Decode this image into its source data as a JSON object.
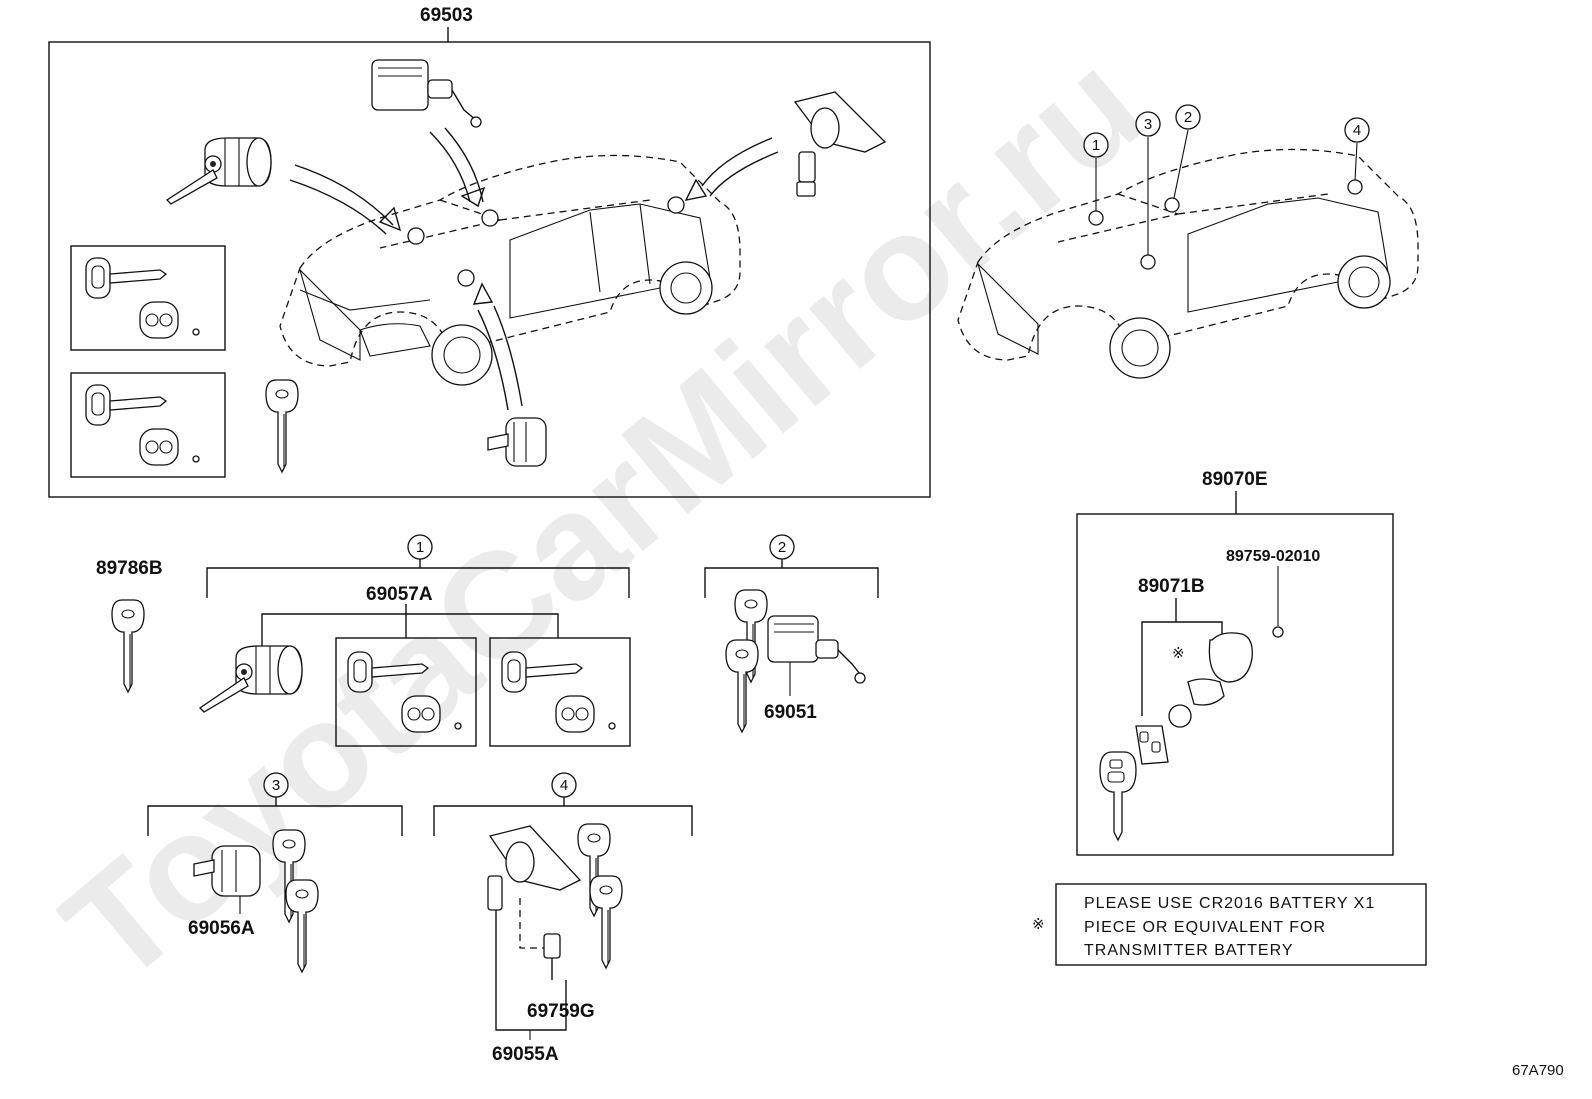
{
  "watermark": "ToyotaCarMirror.ru",
  "labels": {
    "p69503": "69503",
    "p89786B": "89786B",
    "p69057A": "69057A",
    "p69051": "69051",
    "p69056A": "69056A",
    "p69759G": "69759G",
    "p69055A": "69055A",
    "p89070E": "89070E",
    "p89759": "89759-02010",
    "p89071B": "89071B",
    "diagram_code": "67A790"
  },
  "callouts": {
    "c1": "1",
    "c2": "2",
    "c3": "3",
    "c4": "4",
    "car_c1": "1",
    "car_c2": "2",
    "car_c3": "3",
    "car_c4": "4"
  },
  "note": {
    "symbol": "※",
    "line1": "PLEASE USE CR2016 BATTERY X1",
    "line2": "PIECE OR EQUIVALENT FOR",
    "line3": "TRANSMITTER BATTERY",
    "marker": "※"
  }
}
